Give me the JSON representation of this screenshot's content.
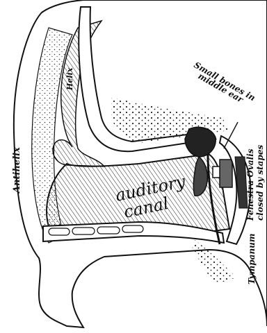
{
  "figure": {
    "ink_color": "#111111",
    "paper_color": "#ffffff",
    "orientation": "rotated-90-ccw"
  },
  "labels": {
    "antihelix": "Antihelix",
    "helix": "Helix",
    "small_bones_line1": "Small bones in",
    "small_bones_line2": "middle ear",
    "auditory": "auditory",
    "canal": "canal",
    "fenestra_line1": "Fenestra Ovalis",
    "fenestra_line2": "closed by stapes",
    "tympanum": "Tympanum"
  }
}
